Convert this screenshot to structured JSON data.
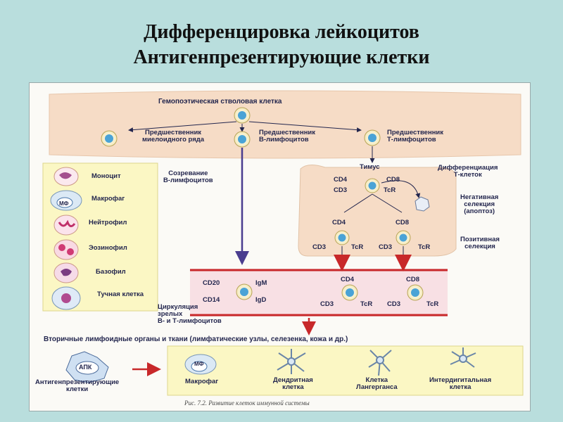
{
  "slide": {
    "title_line1": "Дифференцировка лейкоцитов",
    "title_line2": "Антигенпрезентирующие клетки"
  },
  "figure": {
    "hsc_label": "Гемопоэтическая стволовая клетка",
    "myeloid_precursor": [
      "Предшественник",
      "миелоидного ряда"
    ],
    "b_precursor": [
      "Предшественник",
      "В-лимфоцитов"
    ],
    "t_precursor": [
      "Предшественник",
      "Т-лимфоцитов"
    ],
    "myeloid_cells": [
      "Моноцит",
      "Макрофаг",
      "Нейтрофил",
      "Эозинофил",
      "Базофил",
      "Тучная клетка"
    ],
    "macrophage_abbr": "МФ",
    "b_maturation": [
      "Созревание",
      "В-лимфоцитов"
    ],
    "thymus": "Тимус",
    "t_diff": [
      "Дифференциация",
      "Т-клеток"
    ],
    "neg_selection": [
      "Негативная",
      "селекция",
      "(апоптоз)"
    ],
    "pos_selection": [
      "Позитивная",
      "селекция"
    ],
    "markers": {
      "cd4": "CD4",
      "cd8": "CD8",
      "cd3": "CD3",
      "tcr": "TcR",
      "cd20": "CD20",
      "cd14": "CD14",
      "igm": "IgM",
      "igd": "IgD"
    },
    "circulation": [
      "Циркуляция",
      "зрелых",
      "В- и Т-лимфоцитов"
    ],
    "secondary_organs": "Вторичные лимфоидные органы и ткани (лимфатические узлы, селезенка, кожа и др.)",
    "apc_abbr": "АПК",
    "apc_label": [
      "Антигенпрезентирующие",
      "клетки"
    ],
    "apc_types": [
      [
        "Макрофаг"
      ],
      [
        "Дендритная",
        "клетка"
      ],
      [
        "Клетка",
        "Лангерганса"
      ],
      [
        "Интердигитальная",
        "клетка"
      ]
    ],
    "caption": "Рис. 7.2. Развитие клеток иммунной системы",
    "colors": {
      "background": "#b9dedd",
      "band": "#f6dcc6",
      "panel": "#fbf7c4",
      "pink": "#f8e0e4",
      "arrow_dark": "#4a3d8f",
      "arrow_red": "#c8282a",
      "cell_blue": "#4aa3d6"
    }
  }
}
